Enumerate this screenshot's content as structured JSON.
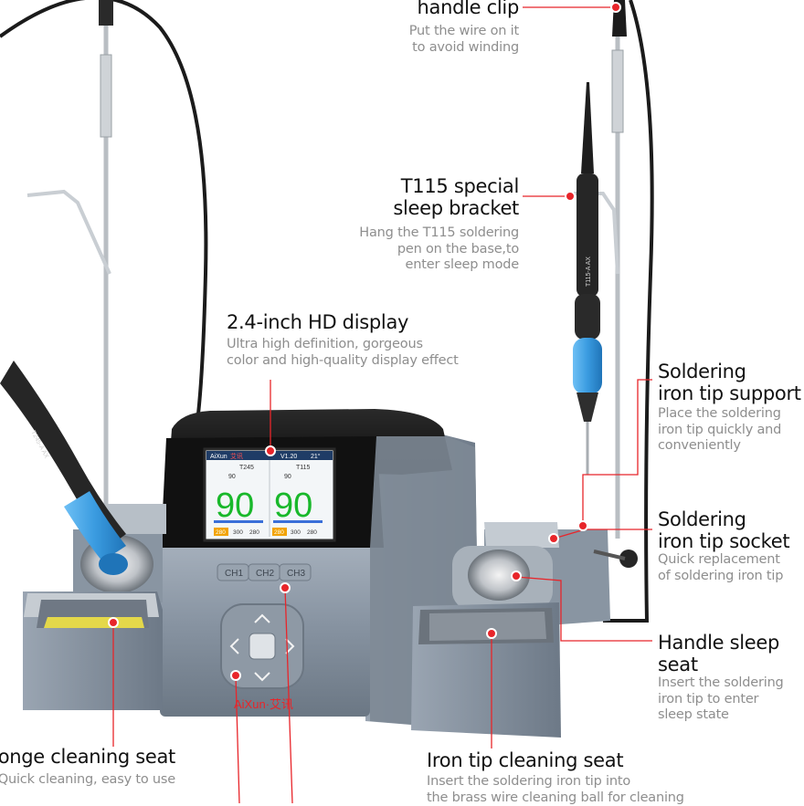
{
  "annotations": {
    "handle_clip": {
      "title": "handle clip",
      "desc": [
        "Put the wire on it",
        "to avoid winding"
      ]
    },
    "sleep_bracket": {
      "title": [
        "T115 special",
        "sleep bracket"
      ],
      "desc": [
        "Hang the T115 soldering",
        "pen on the base,to",
        "enter sleep mode"
      ]
    },
    "hd_display": {
      "title": "2.4-inch HD display",
      "desc": [
        "Ultra high definition, gorgeous",
        "color and high-quality display effect"
      ]
    },
    "tip_support": {
      "title": [
        "Soldering",
        "iron tip support"
      ],
      "desc": [
        "Place the soldering",
        "iron tip quickly and",
        "conveniently"
      ]
    },
    "tip_socket": {
      "title": [
        "Soldering",
        "iron tip socket"
      ],
      "desc": [
        "Quick replacement",
        "of soldering iron tip"
      ]
    },
    "sleep_seat": {
      "title": [
        "Handle sleep",
        "seat"
      ],
      "desc": [
        "Insert the soldering",
        "iron tip to enter",
        "sleep state"
      ]
    },
    "sponge_seat": {
      "title": "Sponge cleaning seat",
      "desc": "Quick cleaning, easy to use"
    },
    "cleaning_seat": {
      "title": "Iron tip cleaning seat",
      "desc": [
        "Insert the soldering iron tip into",
        "the brass wire cleaning ball for cleaning"
      ]
    }
  },
  "device": {
    "brand": "AiXun·艾讯",
    "channels": [
      "CH1",
      "CH2",
      "CH3"
    ],
    "handle_left_label": "T245-A AX",
    "handle_right_label": "T115-A AX",
    "screen": {
      "header_left": "AiXun",
      "header_left_cn": "艾讯",
      "header_mid": "V1.20",
      "header_right": "21°",
      "panels": [
        {
          "model": "T245",
          "set": "90",
          "temp": "90",
          "presets": [
            "280",
            "300",
            "280"
          ]
        },
        {
          "model": "T115",
          "set": "90",
          "temp": "90",
          "presets": [
            "280",
            "300",
            "280"
          ]
        }
      ]
    }
  },
  "colors": {
    "accent": "#e8252a",
    "display_temp": "#19b82b",
    "handle_blue": "#3a9be0",
    "body_gray": "#7f8c9a"
  }
}
